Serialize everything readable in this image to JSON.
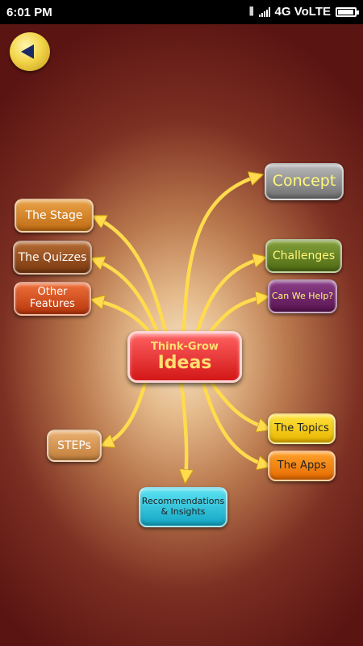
{
  "status_bar": {
    "time": "6:01 PM",
    "network": "4G VoLTE",
    "battery_level": 0.95
  },
  "back_button": {
    "icon": "back-arrow-icon"
  },
  "mindmap": {
    "center": {
      "line1": "Think-Grow",
      "line2": "Ideas"
    },
    "nodes": {
      "concept": "Concept",
      "the_stage": "The Stage",
      "challenges": "Challenges",
      "the_quizzes": "The Quizzes",
      "can_we_help": "Can We Help?",
      "other_features_1": "Other",
      "other_features_2": "Features",
      "the_topics": "The Topics",
      "steps": "STEPs",
      "the_apps": "The Apps",
      "recommendations_1": "Recommendations",
      "recommendations_2": "& Insights"
    }
  },
  "colors": {
    "arrow": "#ffdb4d",
    "center": "#e02424",
    "background_dark": "#5a1412",
    "background_light": "#f6e4c4"
  }
}
